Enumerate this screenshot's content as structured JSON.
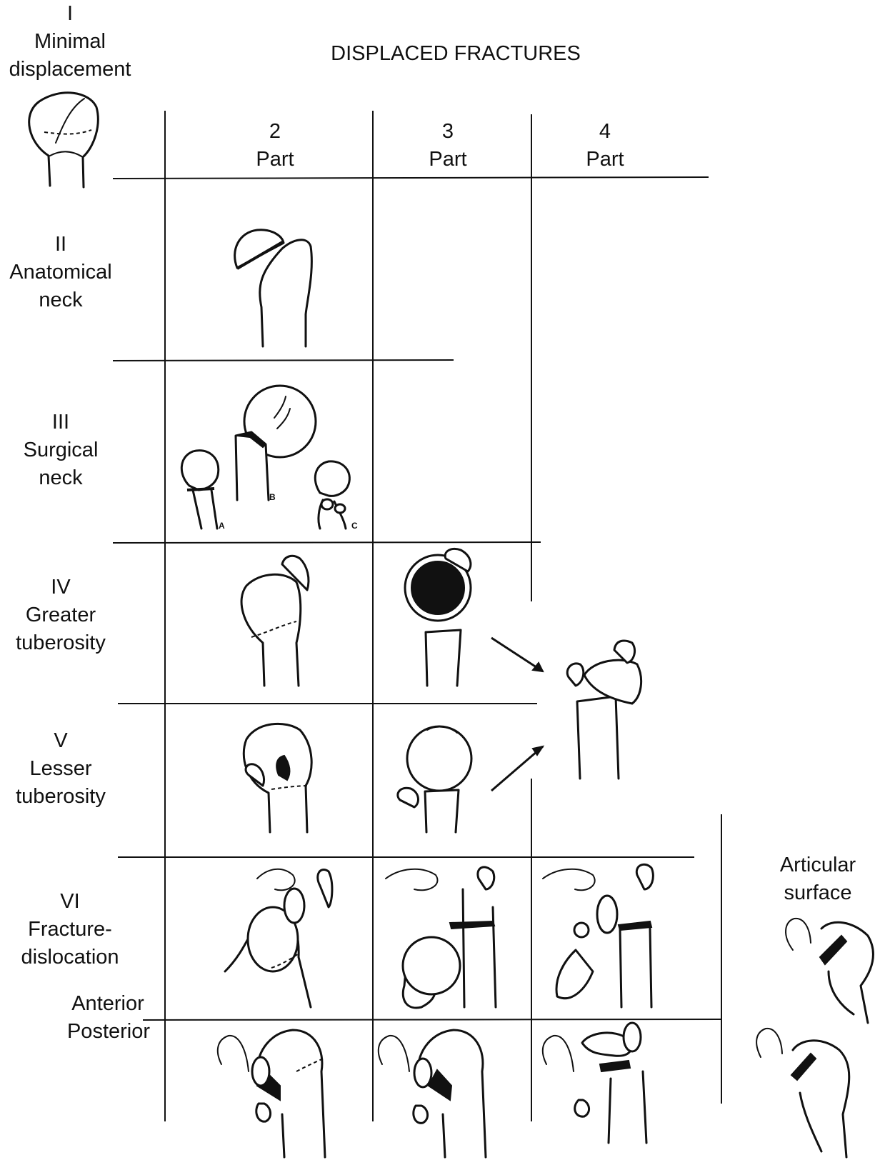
{
  "title": "DISPLACED FRACTURES",
  "columns": [
    {
      "number": "2",
      "word": "Part"
    },
    {
      "number": "3",
      "word": "Part"
    },
    {
      "number": "4",
      "word": "Part"
    }
  ],
  "rows": [
    {
      "numeral": "I",
      "lines": [
        "Minimal",
        "displacement"
      ]
    },
    {
      "numeral": "II",
      "lines": [
        "Anatomical",
        "neck"
      ]
    },
    {
      "numeral": "III",
      "lines": [
        "Surgical",
        "neck"
      ]
    },
    {
      "numeral": "IV",
      "lines": [
        "Greater",
        "tuberosity"
      ]
    },
    {
      "numeral": "V",
      "lines": [
        "Lesser",
        "tuberosity"
      ]
    },
    {
      "numeral": "VI",
      "lines": [
        "Fracture-",
        "dislocation"
      ]
    }
  ],
  "dislocation_labels": {
    "anterior": "Anterior",
    "posterior": "Posterior"
  },
  "articular_surface": [
    "Articular",
    "surface"
  ],
  "surgical_neck_subtypes": [
    "A",
    "B",
    "C"
  ]
}
